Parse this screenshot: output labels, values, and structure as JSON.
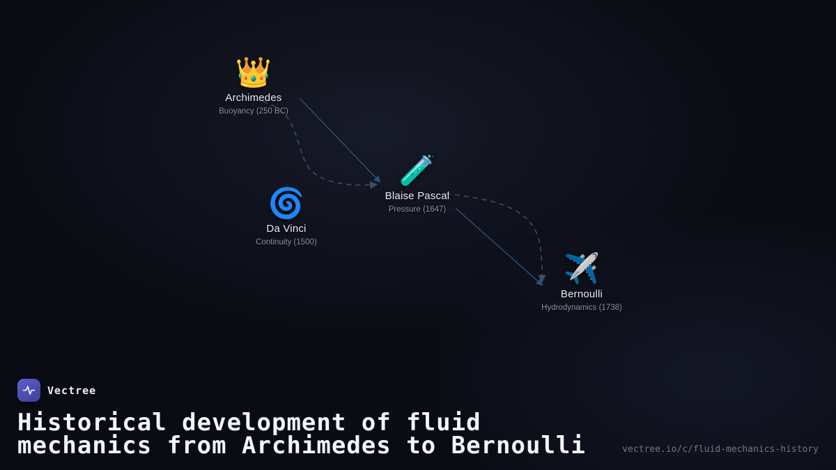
{
  "meta": {
    "app": "Vectree shared diagram card",
    "theme_background": "#0a0c14",
    "accent_colors": {
      "edge_dashed": "#3d4d6b",
      "edge_arrow": "#2d4f7d",
      "logo": "#5d5fd0"
    }
  },
  "diagram": {
    "nodes": [
      {
        "id": "archimedes",
        "icon": "👑",
        "icon_name": "crown-icon",
        "label": "Archimedes",
        "sublabel": "Buoyancy (250 BC)"
      },
      {
        "id": "davinci",
        "icon": "🌀",
        "icon_name": "cyclone-icon",
        "label": "Da Vinci",
        "sublabel": "Continuity (1500)"
      },
      {
        "id": "pascal",
        "icon": "🧪",
        "icon_name": "test-tube-icon",
        "label": "Blaise Pascal",
        "sublabel": "Pressure (1647)"
      },
      {
        "id": "bernoulli",
        "icon": "✈️",
        "icon_name": "airplane-icon",
        "label": "Bernoulli",
        "sublabel": "Hydrodynamics (1738)"
      }
    ],
    "edges": [
      {
        "from": "archimedes",
        "to": "pascal",
        "style": "dashed-curve"
      },
      {
        "from": "archimedes",
        "to": "pascal",
        "style": "solid-arrow"
      },
      {
        "from": "pascal",
        "to": "bernoulli",
        "style": "dashed-curve"
      },
      {
        "from": "pascal",
        "to": "bernoulli",
        "style": "solid-arrow"
      }
    ]
  },
  "footer": {
    "brand": "Vectree",
    "title": "Historical development of fluid\nmechanics from Archimedes to Bernoulli",
    "url": "vectree.io/c/fluid-mechanics-history"
  }
}
